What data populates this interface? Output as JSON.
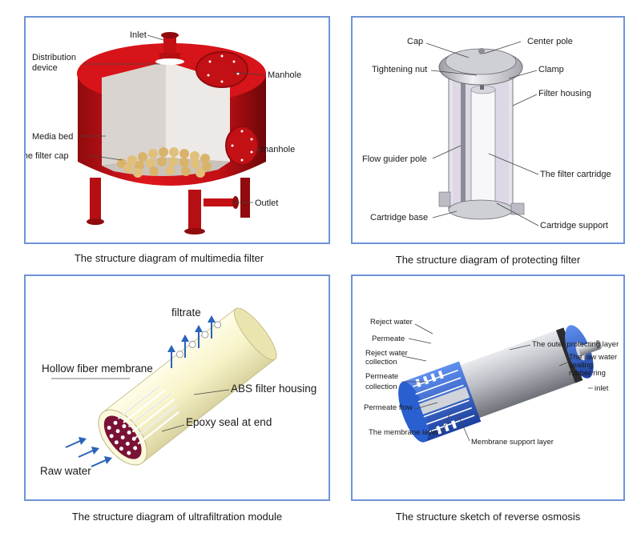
{
  "panels": {
    "multimedia": {
      "caption": "The structure diagram of multimedia filter",
      "labels": {
        "inlet": "Inlet",
        "distribution_1": "Distribution",
        "distribution_2": "device",
        "manhole_top": "Manhole",
        "media_bed": "Media bed",
        "filter_cap": "The filter cap",
        "manhole_side": "manhole",
        "outlet": "Outlet"
      },
      "colors": {
        "shell": "#d31116",
        "shell_dark": "#8f0b0e",
        "media": "#c9c2bd",
        "caps": "#d9b36a"
      }
    },
    "protecting": {
      "caption": "The structure diagram of protecting filter",
      "labels": {
        "cap": "Cap",
        "center_pole": "Center pole",
        "tightening_nut": "Tightening nut",
        "clamp": "Clamp",
        "filter_housing": "Filter housing",
        "flow_guider_pole": "Flow guider pole",
        "filter_cartridge": "The filter cartridge",
        "cartridge_base": "Cartridge base",
        "cartridge_support": "Cartridge support"
      }
    },
    "ultrafiltration": {
      "caption": "The structure diagram of ultrafiltration module",
      "labels": {
        "filtrate": "filtrate",
        "hollow_fiber": "Hollow fiber membrane",
        "abs_housing": "ABS filter housing",
        "epoxy_seal": "Epoxy seal at end",
        "raw_water": "Raw water"
      },
      "colors": {
        "housing": "#f7f3c8",
        "arrows": "#2a63b8",
        "core": "#7a1236"
      }
    },
    "reverse_osmosis": {
      "caption": "The structure sketch of reverse osmosis",
      "labels": {
        "reject_water": "Reject water",
        "permeate": "Permeate",
        "reject_collection_1": "Reject water",
        "reject_collection_2": "collection",
        "permeate_collection_1": "Permeate",
        "permeate_collection_2": "collection",
        "permeate_flow": "Permeate flow",
        "membrane_layer": "The membrane layer",
        "support_layer": "Membrane support layer",
        "outer_layer": "The outer protecting layer",
        "seal_1": "The raw water",
        "seal_2": "sealing",
        "seal_3": "rubber ring",
        "inlet": "inlet"
      },
      "colors": {
        "blue": "#2a5fd0",
        "steel": "#b9bcc2"
      }
    }
  }
}
